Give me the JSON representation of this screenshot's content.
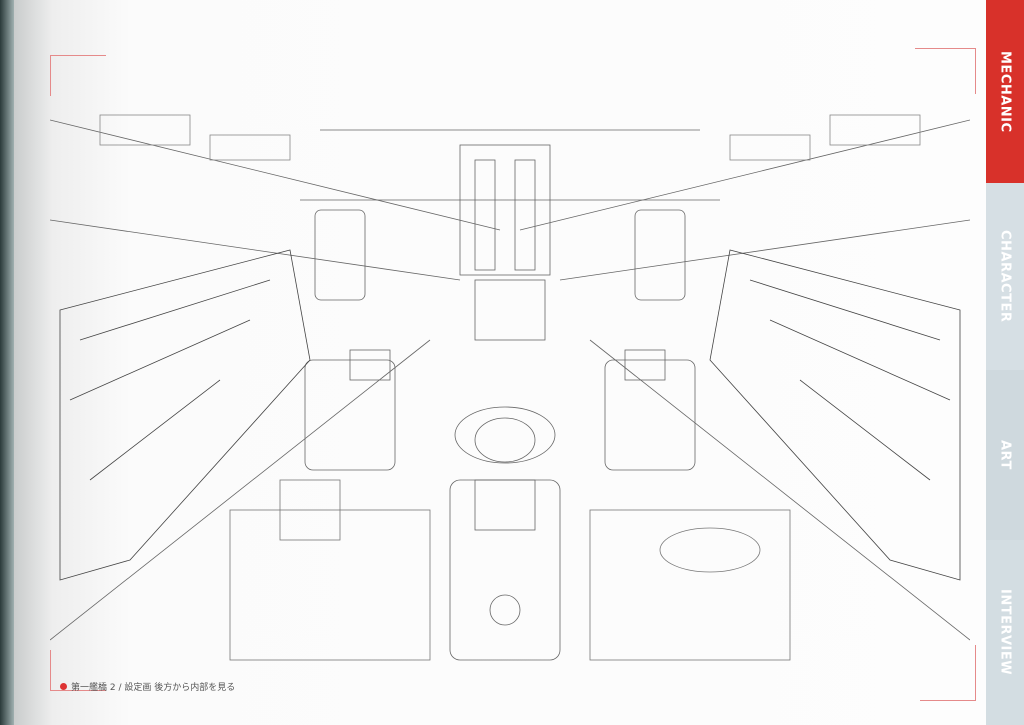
{
  "side_tabs": [
    {
      "label": "MECHANIC",
      "active": true,
      "color": "#d8312a"
    },
    {
      "label": "CHARACTER",
      "active": false,
      "color": "#d3dde2"
    },
    {
      "label": "ART",
      "active": false,
      "color": "#d3dde2"
    },
    {
      "label": "INTERVIEW",
      "active": false,
      "color": "#d3dde2"
    }
  ],
  "caption": {
    "text": "第一艦橋 2 / 設定画 後方から内部を見る",
    "bullet_color": "#d33333"
  },
  "illustration": {
    "subject": "bridge-interior-line-drawing"
  }
}
